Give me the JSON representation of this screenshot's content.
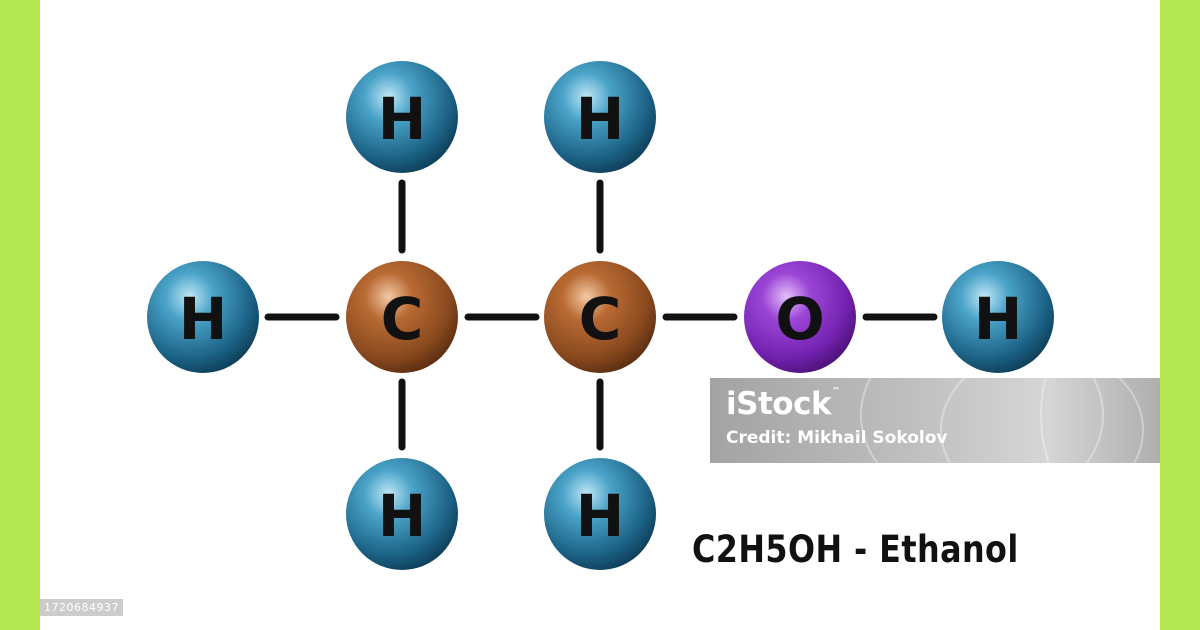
{
  "colors": {
    "border": "#b5e853",
    "background": "#ffffff",
    "bond": "#111111",
    "hydrogen": "#2c7aa0",
    "carbon": "#a65a26",
    "oxygen": "#8e35c8",
    "label": "#111111"
  },
  "atoms": {
    "h_top_1": {
      "symbol": "H",
      "element": "hydrogen"
    },
    "h_top_2": {
      "symbol": "H",
      "element": "hydrogen"
    },
    "h_left": {
      "symbol": "H",
      "element": "hydrogen"
    },
    "c_1": {
      "symbol": "C",
      "element": "carbon"
    },
    "c_2": {
      "symbol": "C",
      "element": "carbon"
    },
    "o": {
      "symbol": "O",
      "element": "oxygen"
    },
    "h_right": {
      "symbol": "H",
      "element": "hydrogen"
    },
    "h_bottom_1": {
      "symbol": "H",
      "element": "hydrogen"
    },
    "h_bottom_2": {
      "symbol": "H",
      "element": "hydrogen"
    }
  },
  "bonds": [
    [
      "h_left",
      "c_1"
    ],
    [
      "c_1",
      "c_2"
    ],
    [
      "c_2",
      "o"
    ],
    [
      "o",
      "h_right"
    ],
    [
      "h_top_1",
      "c_1"
    ],
    [
      "c_1",
      "h_bottom_1"
    ],
    [
      "h_top_2",
      "c_2"
    ],
    [
      "c_2",
      "h_bottom_2"
    ]
  ],
  "formula_label": "C2H5OH - Ethanol",
  "watermark": {
    "logo": "iStock",
    "trademark": "™",
    "credit": "Credit: Mikhail Sokolov"
  },
  "image_id": "1720684937"
}
